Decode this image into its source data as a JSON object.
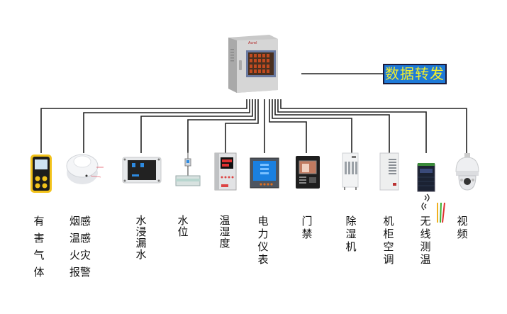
{
  "hub": {
    "name": "Monitoring host cabinet",
    "brand": "Acrel",
    "forward_label": "数据转发",
    "forward_bg": "#1e7ad8",
    "forward_text_color": "#f4ef2a"
  },
  "devices": [
    {
      "id": "gas",
      "label_lines": [
        "有",
        "害",
        "气",
        "体"
      ],
      "icon": "gas-detector-icon"
    },
    {
      "id": "smoke",
      "label_lines": [
        "烟感",
        "温感",
        "火灾",
        "报警"
      ],
      "icon": "smoke-detector-icon"
    },
    {
      "id": "leak",
      "label_lines": [
        "水",
        "浸",
        "漏",
        "水"
      ],
      "icon": "water-leak-sensor-icon"
    },
    {
      "id": "level",
      "label_lines": [
        "水",
        "位"
      ],
      "icon": "water-level-sensor-icon"
    },
    {
      "id": "humidity",
      "label_lines": [
        "温",
        "湿",
        "度"
      ],
      "icon": "temp-humidity-controller-icon"
    },
    {
      "id": "meter",
      "label_lines": [
        "电",
        "力",
        "仪",
        "表"
      ],
      "icon": "power-meter-icon"
    },
    {
      "id": "access",
      "label_lines": [
        "门",
        "禁"
      ],
      "icon": "access-control-icon"
    },
    {
      "id": "dehumid",
      "label_lines": [
        "除",
        "湿",
        "机"
      ],
      "icon": "dehumidifier-icon"
    },
    {
      "id": "cabinet_ac",
      "label_lines": [
        "机",
        "柜",
        "空",
        "调"
      ],
      "icon": "cabinet-air-conditioner-icon"
    },
    {
      "id": "wireless_temp",
      "label_lines": [
        "无",
        "线",
        "测",
        "温"
      ],
      "icon": "wireless-temp-sensor-icon"
    },
    {
      "id": "video",
      "label_lines": [
        "视",
        "频"
      ],
      "icon": "dome-camera-icon"
    }
  ]
}
